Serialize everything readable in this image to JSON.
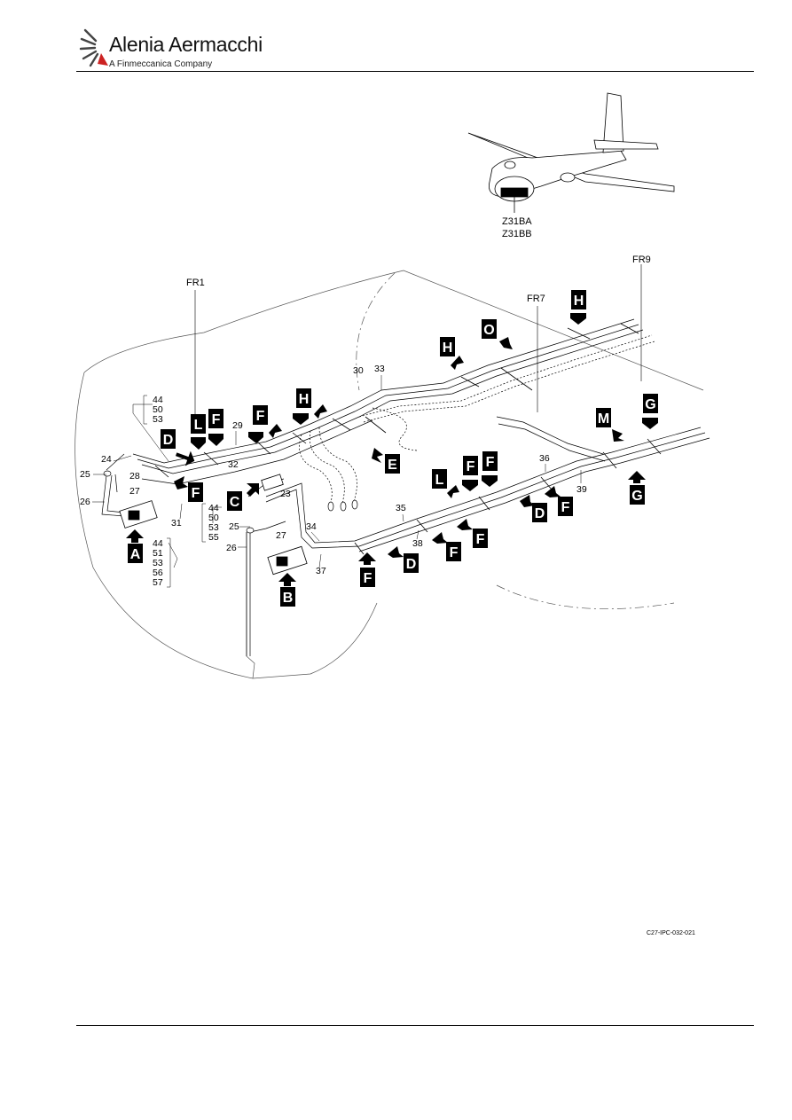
{
  "header": {
    "brand": "Alenia Aermacchi",
    "tagline": "A Finmeccanica Company"
  },
  "inset": {
    "zone_a": "Z31BA",
    "zone_b": "Z31BB"
  },
  "frames": {
    "fr1": "FR1",
    "fr7": "FR7",
    "fr9": "FR9"
  },
  "callouts": {
    "c23": "23",
    "c24": "24",
    "c25a": "25",
    "c25b": "25",
    "c26a": "26",
    "c26b": "26",
    "c27a": "27",
    "c27b": "27",
    "c28": "28",
    "c29": "29",
    "c30": "30",
    "c31": "31",
    "c32": "32",
    "c33": "33",
    "c34": "34",
    "c35": "35",
    "c36": "36",
    "c37": "37",
    "c38": "38",
    "c39": "39"
  },
  "groups": {
    "g1": [
      "44",
      "50",
      "53"
    ],
    "g2": [
      "44",
      "51",
      "53",
      "56",
      "57"
    ],
    "g3": [
      "44",
      "50",
      "53",
      "55"
    ]
  },
  "views": {
    "a": "A",
    "b": "B",
    "c": "C",
    "d": "D",
    "e": "E",
    "f": "F",
    "g": "G",
    "h": "H",
    "l": "L",
    "m": "M",
    "o": "O"
  },
  "figure_ref": "C27-IPC-032-021",
  "colors": {
    "line": "#000000",
    "background": "#ffffff"
  }
}
